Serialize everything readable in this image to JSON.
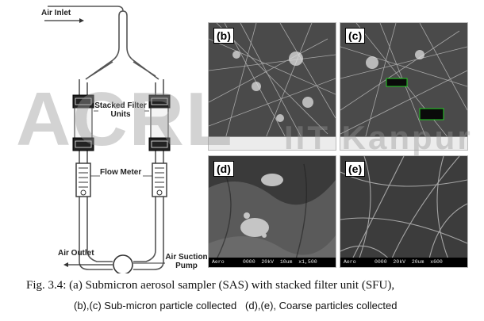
{
  "schematic": {
    "air_inlet": "Air Inlet",
    "stacked_filter_units": "Stacked Filter Units",
    "flow_meter": "Flow Meter",
    "air_outlet": "Air Outlet",
    "air_suction_pump": "Air Suction Pump"
  },
  "panels": {
    "b": {
      "label": "(b)"
    },
    "c": {
      "label": "(c)"
    },
    "d": {
      "label": "(d)",
      "info": "Aero      0000  20kV  10um  x1,500"
    },
    "e": {
      "label": "(e)",
      "info": "Aero      0000  20kV  20um  x600"
    }
  },
  "watermark": {
    "main": "ACRL",
    "sub": "IIT Kanpur"
  },
  "caption": {
    "line1": "Fig. 3.4:  (a) Submicron aerosol sampler (SAS) with stacked filter unit (SFU),",
    "line2": "(b),(c) Sub-micron particle collected   (d),(e), Coarse particles collected"
  }
}
